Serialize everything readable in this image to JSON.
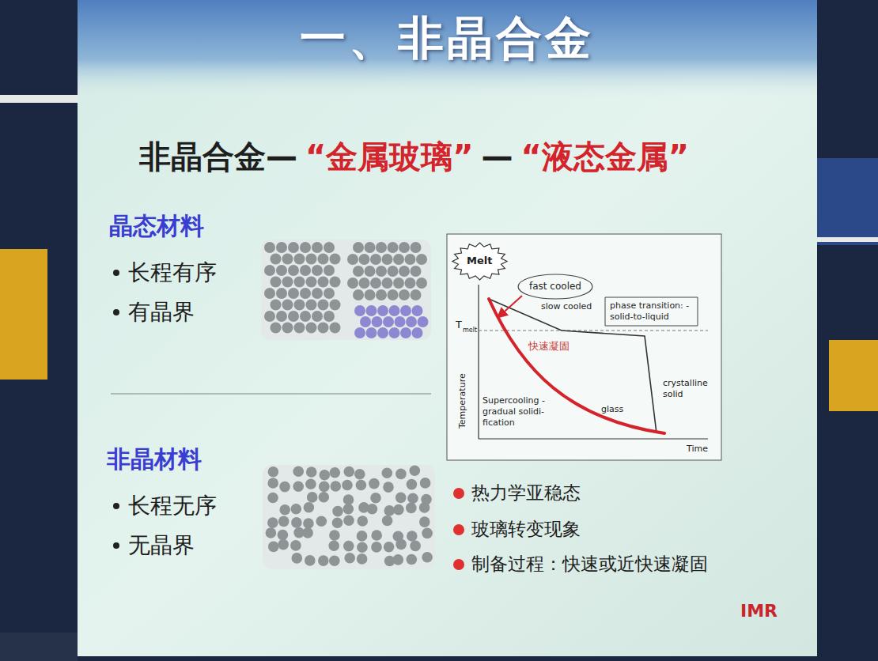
{
  "diagram": {
    "title": "一、非晶合金",
    "nodes": [
      {
        "text": [
          "Melt"
        ]
      },
      {
        "text": [
          "fast cooled"
        ]
      },
      {
        "text": [
          "phase transition: -solid-to-liquid"
        ]
      }
    ],
    "labels": [
      "非晶合金—",
      "“金属玻璃”",
      "—",
      "“液态金属”",
      "晶态材料",
      "长程有序",
      "有晶界",
      "slow cooled",
      "T",
      "melt",
      "Temperature",
      "快速凝固",
      "Supercooling -gradual solidi- fication",
      "glass",
      "crystalline solid",
      "Time",
      "非晶材料",
      "长程无序",
      "无晶界",
      "热力学亚稳态",
      "玻璃转变现象",
      "制备过程：快速或近快速凝固",
      "IMR"
    ]
  }
}
